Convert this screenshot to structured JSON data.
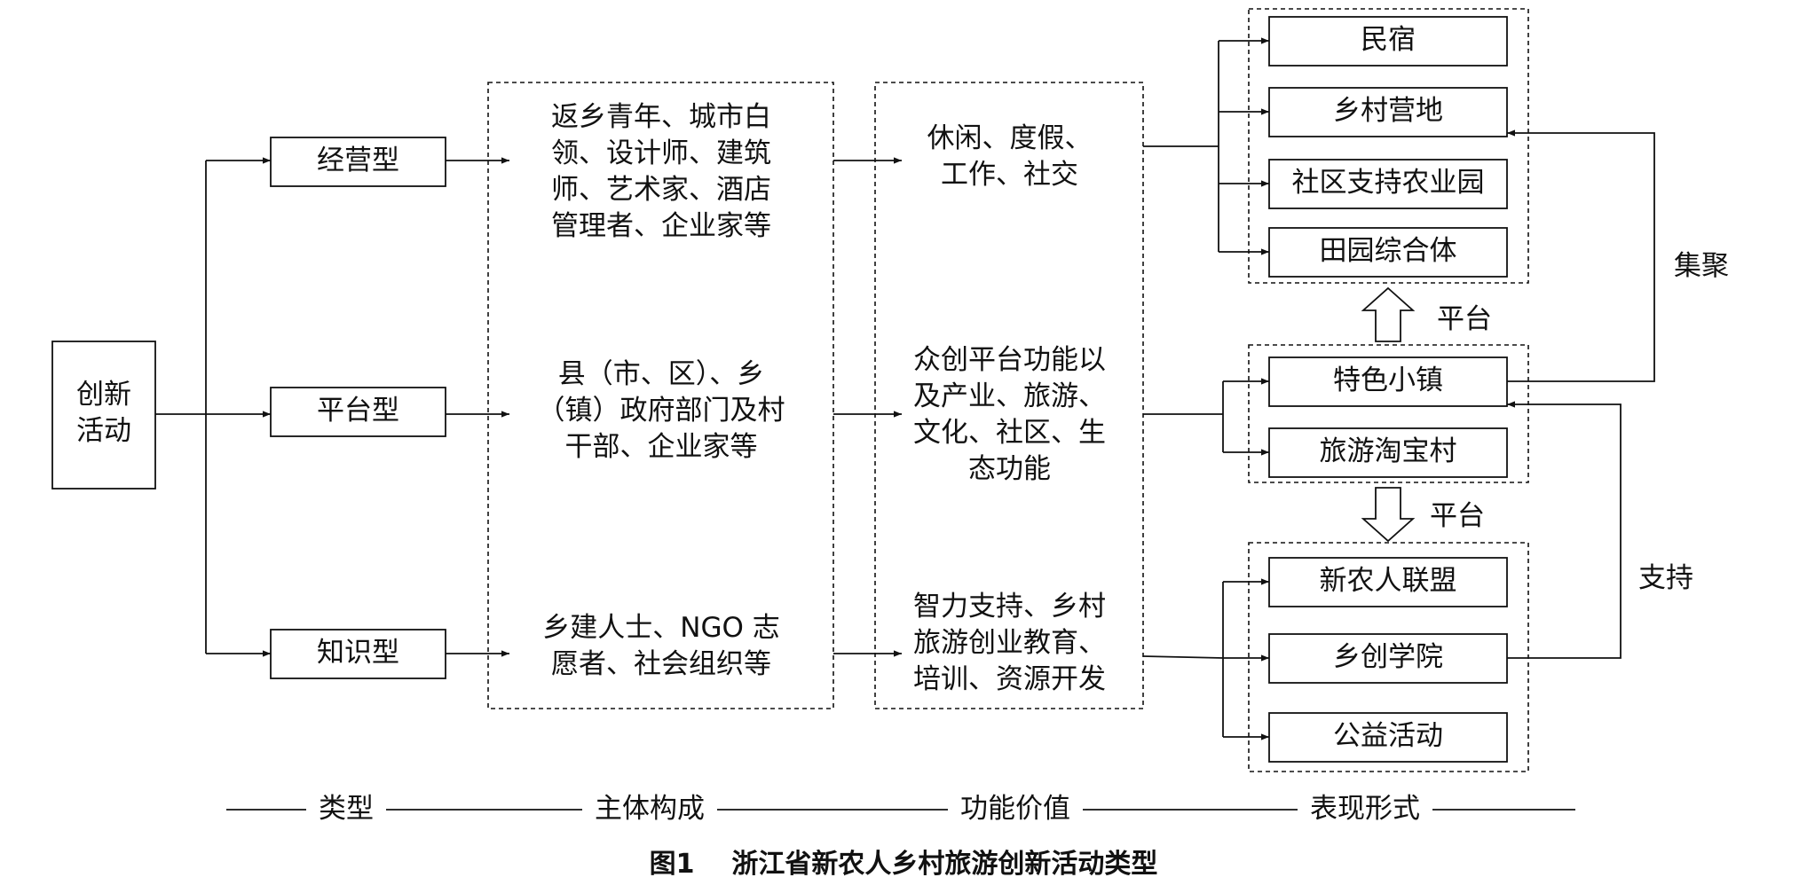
{
  "root": "创新\n活动",
  "types": [
    "经营型",
    "平台型",
    "知识型"
  ],
  "subjects": [
    "返乡青年、城市白\n领、设计师、建筑\n师、艺术家、酒店\n管理者、企业家等",
    "县（市、区）、乡\n（镇）政府部门及村\n干部、企业家等",
    "乡建人士、NGO 志\n愿者、社会组织等"
  ],
  "functions": [
    "休闲、度假、\n工作、社交",
    "众创平台功能以\n及产业、旅游、\n文化、社区、生\n态功能",
    "智力支持、乡村\n旅游创业教育、\n培训、资源开发"
  ],
  "forms": {
    "group1": [
      "民宿",
      "乡村营地",
      "社区支持农业园",
      "田园综合体"
    ],
    "group2": [
      "特色小镇",
      "旅游淘宝村"
    ],
    "group3": [
      "新农人联盟",
      "乡创学院",
      "公益活动"
    ]
  },
  "platform_labels": [
    "平台",
    "平台"
  ],
  "side_labels": {
    "gather": "集聚",
    "support": "支持"
  },
  "legend": [
    "类型",
    "主体构成",
    "功能价值",
    "表现形式"
  ],
  "caption": "图1    浙江省新农人乡村旅游创新活动类型"
}
